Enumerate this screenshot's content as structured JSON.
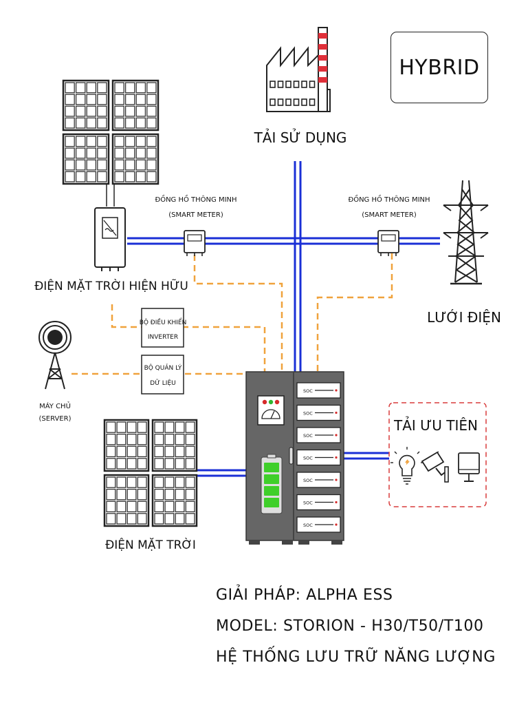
{
  "badge": "HYBRID",
  "load": {
    "label": "TẢI SỬ DỤNG"
  },
  "existing_solar": {
    "label": "ĐIỆN MẶT TRỜI HIỆN HỮU"
  },
  "smart_meter_1": {
    "line1": "ĐỒNG HỒ THÔNG MINH",
    "line2": "(SMART METER)"
  },
  "smart_meter_2": {
    "line1": "ĐỒNG HỒ THÔNG MINH",
    "line2": "(SMART METER)"
  },
  "grid": {
    "label": "LƯỚI ĐIỆN"
  },
  "inverter_controller": {
    "line1": "BỘ ĐIỀU KHIỂN",
    "line2": "INVERTER"
  },
  "data_manager": {
    "line1": "BỘ QUẢN LÝ",
    "line2": "DỮ LIỆU"
  },
  "server": {
    "line1": "MÁY CHỦ",
    "line2": "(SERVER)"
  },
  "solar": {
    "label": "ĐIỆN MẶT TRỜI"
  },
  "priority_load": {
    "label": "TẢI ƯU TIÊN"
  },
  "battery_module": {
    "label": "SOC"
  },
  "footer": {
    "line1": "GIẢI PHÁP: ALPHA ESS",
    "line2": "MODEL: STORION - H30/T50/T100",
    "line3": "HỆ THỐNG LƯU TRỮ NĂNG LƯỢNG"
  },
  "colors": {
    "power_line": "#1a2fd6",
    "data_line": "#f0a23c",
    "cabinet": "#666666",
    "battery_green": "#3fcf2a",
    "priority_border": "#d83a3a",
    "factory_chimney": "#e0303a"
  }
}
